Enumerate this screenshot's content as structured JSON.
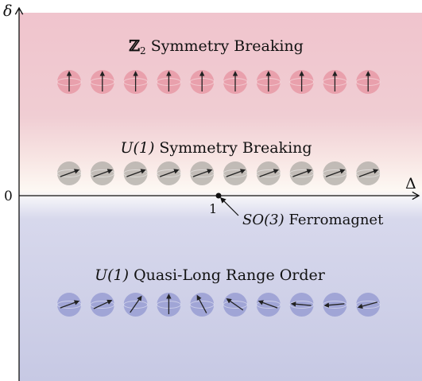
{
  "axes": {
    "y_label": "δ",
    "x_label": "Δ",
    "origin_label": "0",
    "x_tick_label": "1"
  },
  "regions": {
    "top": {
      "title_symbol": "ℤ",
      "title_subscript": "2",
      "title_text": " Symmetry Breaking",
      "background_color": "#f0c4cd",
      "sphere_color": "#e58f9d",
      "arrow_angles_deg": [
        90,
        90,
        90,
        90,
        90,
        90,
        90,
        90,
        90,
        90
      ]
    },
    "middle": {
      "title_math": "U(1)",
      "title_text": " Symmetry Breaking",
      "sphere_color": "#a9a6a1",
      "arrow_angles_deg": [
        20,
        20,
        20,
        20,
        20,
        20,
        20,
        20,
        20,
        20
      ]
    },
    "bottom": {
      "title_math": "U(1)",
      "title_text": " Quasi-Long Range Order",
      "background_color": "#c9cbe5",
      "sphere_color": "#8d93cf",
      "arrow_angles_deg": [
        20,
        25,
        55,
        90,
        118,
        145,
        160,
        175,
        185,
        195
      ]
    }
  },
  "critical_point": {
    "label_math": "SO(3)",
    "label_text": " Ferromagnet"
  }
}
